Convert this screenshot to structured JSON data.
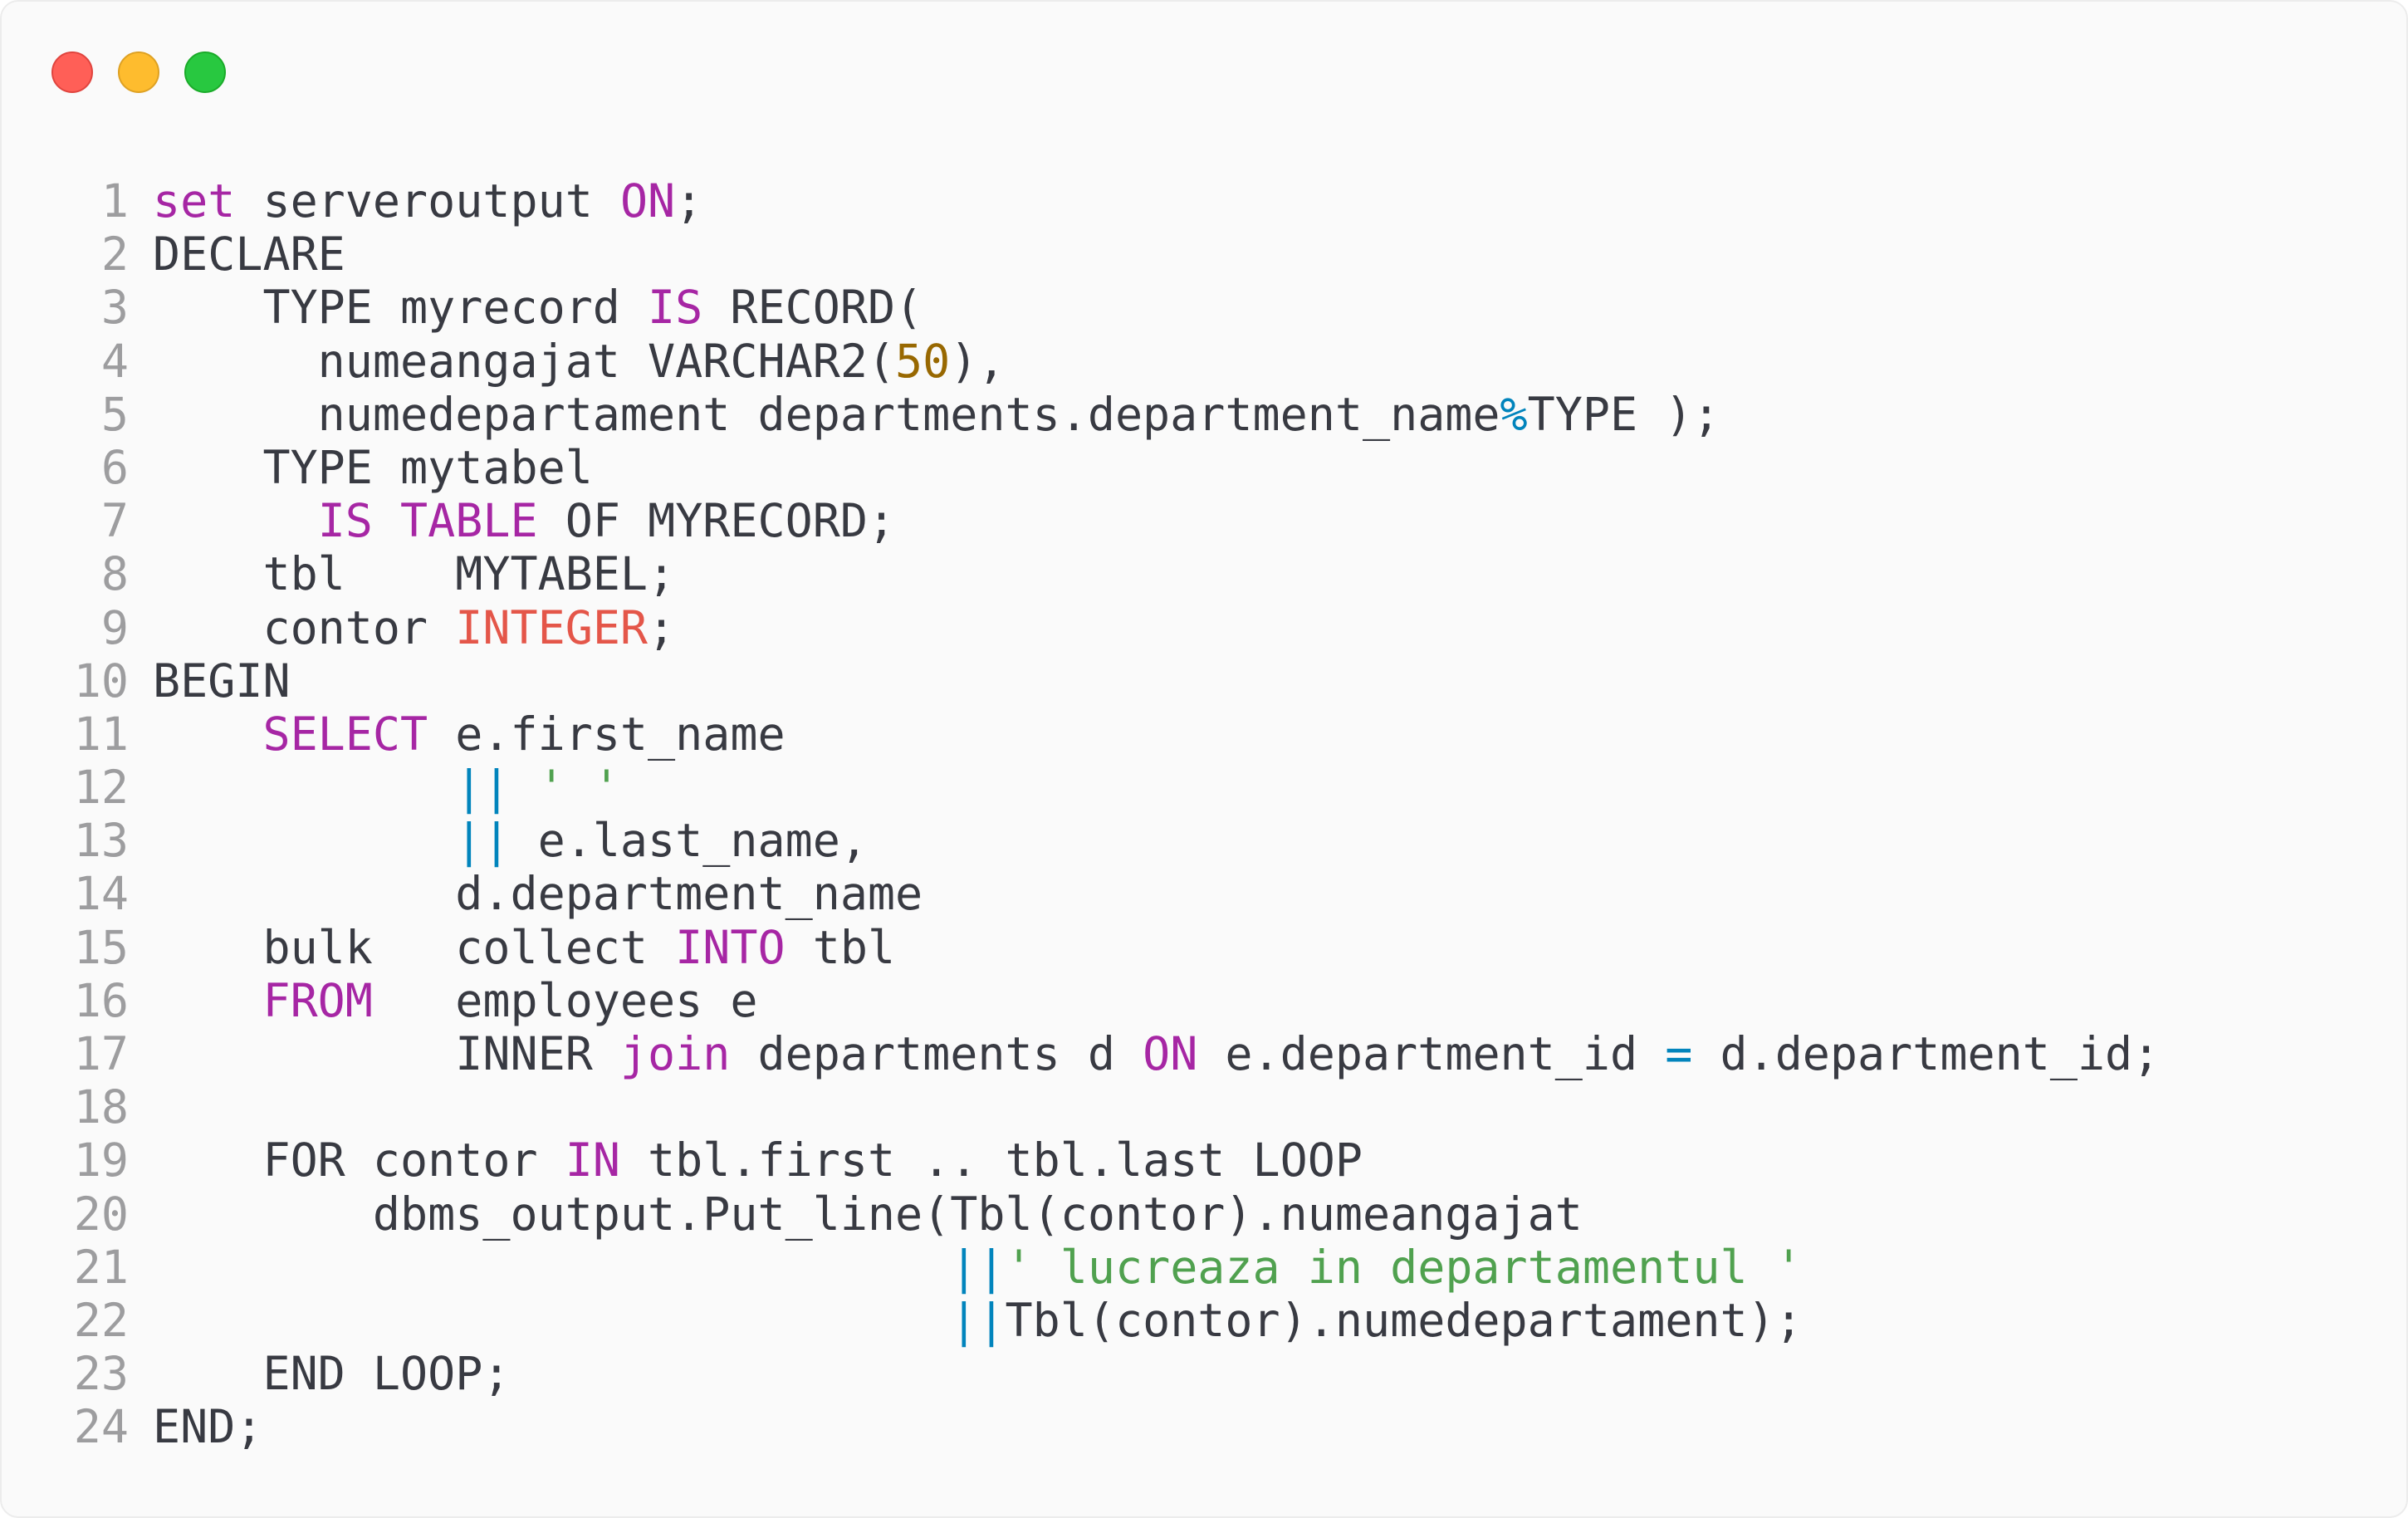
{
  "window": {
    "controls": [
      {
        "name": "close-button",
        "color": "#ff5f57"
      },
      {
        "name": "minimize-button",
        "color": "#febc2e"
      },
      {
        "name": "maximize-button",
        "color": "#28c840"
      }
    ]
  },
  "editor": {
    "colors": {
      "keyword": "#a626a4",
      "type": "#e45649",
      "number": "#986801",
      "operator": "#0184bc",
      "string": "#50a14f",
      "text": "#383a42",
      "line_number": "#9d9d9f"
    },
    "lines": [
      {
        "n": "1",
        "tokens": [
          {
            "t": "set",
            "c": "kw"
          },
          {
            "t": " serveroutput ",
            "c": "pl"
          },
          {
            "t": "ON",
            "c": "kw"
          },
          {
            "t": ";",
            "c": "pl"
          }
        ]
      },
      {
        "n": "2",
        "tokens": [
          {
            "t": "DECLARE",
            "c": "pl"
          }
        ]
      },
      {
        "n": "3",
        "tokens": [
          {
            "t": "    TYPE myrecord ",
            "c": "pl"
          },
          {
            "t": "IS",
            "c": "kw"
          },
          {
            "t": " RECORD(",
            "c": "pl"
          }
        ]
      },
      {
        "n": "4",
        "tokens": [
          {
            "t": "      numeangajat VARCHAR2(",
            "c": "pl"
          },
          {
            "t": "50",
            "c": "num"
          },
          {
            "t": "),",
            "c": "pl"
          }
        ]
      },
      {
        "n": "5",
        "tokens": [
          {
            "t": "      numedepartament departments.department_name",
            "c": "pl"
          },
          {
            "t": "%",
            "c": "op"
          },
          {
            "t": "TYPE );",
            "c": "pl"
          }
        ]
      },
      {
        "n": "6",
        "tokens": [
          {
            "t": "    TYPE mytabel",
            "c": "pl"
          }
        ]
      },
      {
        "n": "7",
        "tokens": [
          {
            "t": "      ",
            "c": "pl"
          },
          {
            "t": "IS",
            "c": "kw"
          },
          {
            "t": " ",
            "c": "pl"
          },
          {
            "t": "TABLE",
            "c": "kw"
          },
          {
            "t": " OF MYRECORD;",
            "c": "pl"
          }
        ]
      },
      {
        "n": "8",
        "tokens": [
          {
            "t": "    tbl    MYTABEL;",
            "c": "pl"
          }
        ]
      },
      {
        "n": "9",
        "tokens": [
          {
            "t": "    contor ",
            "c": "pl"
          },
          {
            "t": "INTEGER",
            "c": "ty"
          },
          {
            "t": ";",
            "c": "pl"
          }
        ]
      },
      {
        "n": "10",
        "tokens": [
          {
            "t": "BEGIN",
            "c": "pl"
          }
        ]
      },
      {
        "n": "11",
        "tokens": [
          {
            "t": "    ",
            "c": "pl"
          },
          {
            "t": "SELECT",
            "c": "kw"
          },
          {
            "t": " e.first_name",
            "c": "pl"
          }
        ]
      },
      {
        "n": "12",
        "tokens": [
          {
            "t": "           ",
            "c": "pl"
          },
          {
            "t": "||",
            "c": "op"
          },
          {
            "t": " ",
            "c": "pl"
          },
          {
            "t": "' '",
            "c": "str"
          }
        ]
      },
      {
        "n": "13",
        "tokens": [
          {
            "t": "           ",
            "c": "pl"
          },
          {
            "t": "||",
            "c": "op"
          },
          {
            "t": " e.last_name,",
            "c": "pl"
          }
        ]
      },
      {
        "n": "14",
        "tokens": [
          {
            "t": "           d.department_name",
            "c": "pl"
          }
        ]
      },
      {
        "n": "15",
        "tokens": [
          {
            "t": "    bulk   collect ",
            "c": "pl"
          },
          {
            "t": "INTO",
            "c": "kw"
          },
          {
            "t": " tbl",
            "c": "pl"
          }
        ]
      },
      {
        "n": "16",
        "tokens": [
          {
            "t": "    ",
            "c": "pl"
          },
          {
            "t": "FROM",
            "c": "kw"
          },
          {
            "t": "   employees e",
            "c": "pl"
          }
        ]
      },
      {
        "n": "17",
        "tokens": [
          {
            "t": "           INNER ",
            "c": "pl"
          },
          {
            "t": "join",
            "c": "kw"
          },
          {
            "t": " departments d ",
            "c": "pl"
          },
          {
            "t": "ON",
            "c": "kw"
          },
          {
            "t": " e.department_id ",
            "c": "pl"
          },
          {
            "t": "=",
            "c": "op"
          },
          {
            "t": " d.department_id;",
            "c": "pl"
          }
        ]
      },
      {
        "n": "18",
        "tokens": []
      },
      {
        "n": "19",
        "tokens": [
          {
            "t": "    FOR contor ",
            "c": "pl"
          },
          {
            "t": "IN",
            "c": "kw"
          },
          {
            "t": " tbl.first .. tbl.last LOOP",
            "c": "pl"
          }
        ]
      },
      {
        "n": "20",
        "tokens": [
          {
            "t": "        dbms_output.Put_line(Tbl(contor).numeangajat",
            "c": "pl"
          }
        ]
      },
      {
        "n": "21",
        "tokens": [
          {
            "t": "                             ",
            "c": "pl"
          },
          {
            "t": "||",
            "c": "op"
          },
          {
            "t": "' lucreaza in departamentul '",
            "c": "str"
          }
        ]
      },
      {
        "n": "22",
        "tokens": [
          {
            "t": "                             ",
            "c": "pl"
          },
          {
            "t": "||",
            "c": "op"
          },
          {
            "t": "Tbl(contor).numedepartament);",
            "c": "pl"
          }
        ]
      },
      {
        "n": "23",
        "tokens": [
          {
            "t": "    END LOOP;",
            "c": "pl"
          }
        ]
      },
      {
        "n": "24",
        "tokens": [
          {
            "t": "END;",
            "c": "pl"
          }
        ]
      }
    ]
  }
}
